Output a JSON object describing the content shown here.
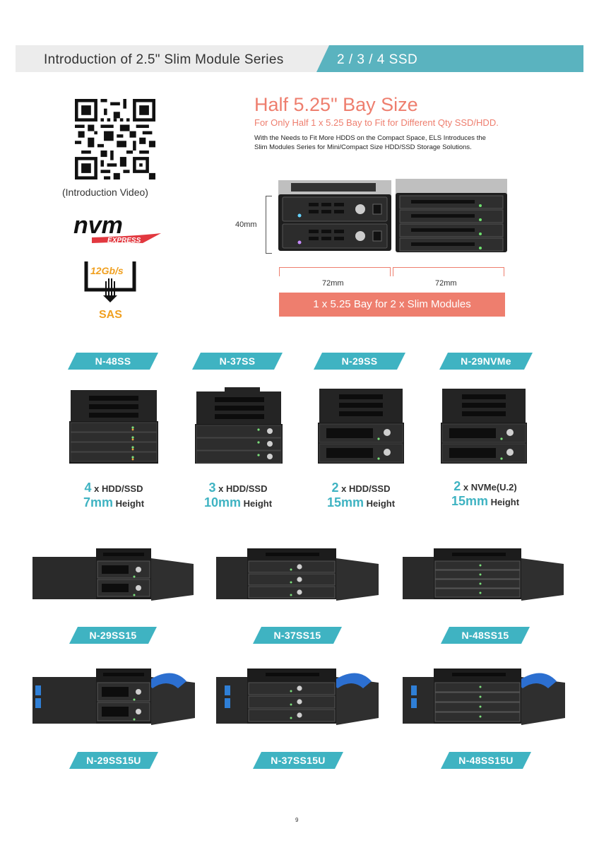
{
  "header": {
    "title": "Introduction of 2.5\" Slim Module Series",
    "subtitle": "2 / 3 / 4 SSD"
  },
  "qr_caption": "(Introduction Video)",
  "logos": {
    "nvm_text": "nvm",
    "nvm_sub": "EXPRESS",
    "sas_speed": "12Gb/s",
    "sas_label": "SAS"
  },
  "half_bay": {
    "title": "Half 5.25\" Bay Size",
    "subtitle": "For Only Half 1 x 5.25 Bay to Fit for Different Qty SSD/HDD.",
    "desc_line1": "With the Needs to Fit More HDDS on the Compact Space, ELS Introduces the",
    "desc_line2": "Slim Modules Series for Mini/Compact Size HDD/SSD Storage Solutions.",
    "dim_height": "40mm",
    "dim_width_left": "72mm",
    "dim_width_right": "72mm",
    "bay_label": "1 x 5.25 Bay for 2 x Slim Modules"
  },
  "models_row": [
    {
      "name": "N-48SS",
      "count": "4",
      "count_unit": " x HDD/SSD",
      "height": "7mm",
      "height_unit": " Height",
      "slots": 4
    },
    {
      "name": "N-37SS",
      "count": "3",
      "count_unit": " x HDD/SSD",
      "height": "10mm",
      "height_unit": " Height",
      "slots": 3
    },
    {
      "name": "N-29SS",
      "count": "2",
      "count_unit": " x HDD/SSD",
      "height": "15mm",
      "height_unit": " Height",
      "slots": 2
    },
    {
      "name": "N-29NVMe",
      "count": "2",
      "count_unit": " x NVMe(U.2)",
      "height": "15mm",
      "height_unit": " Height",
      "slots": 2
    }
  ],
  "bays_row1": [
    {
      "name": "N-29SS15",
      "slots": 2
    },
    {
      "name": "N-37SS15",
      "slots": 3
    },
    {
      "name": "N-48SS15",
      "slots": 4
    }
  ],
  "bays_row2": [
    {
      "name": "N-29SS15U",
      "slots": 2
    },
    {
      "name": "N-37SS15U",
      "slots": 3
    },
    {
      "name": "N-48SS15U",
      "slots": 4
    }
  ],
  "page_number": "9",
  "colors": {
    "teal": "#3fb3c2",
    "coral": "#ee7e6e",
    "header_teal": "#5ab3bf"
  }
}
